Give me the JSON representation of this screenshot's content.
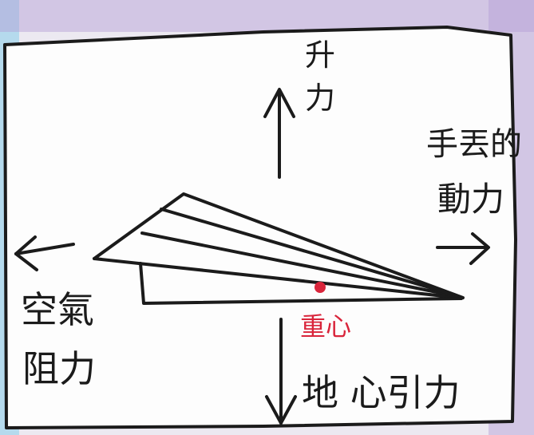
{
  "labels": {
    "lift": "升力",
    "thrust_line1": "手丟的",
    "thrust_line2": "動力",
    "drag_line1": "空氣",
    "drag_line2": "阻力",
    "center_of_gravity": "重心",
    "gravity": "地 心引力"
  },
  "colors": {
    "ink": "#1b1b1b",
    "accent": "#d9253b",
    "paper": "#fdfdfd",
    "margin_purple": "#9a7fc0",
    "margin_blue": "#7fc7e6"
  }
}
